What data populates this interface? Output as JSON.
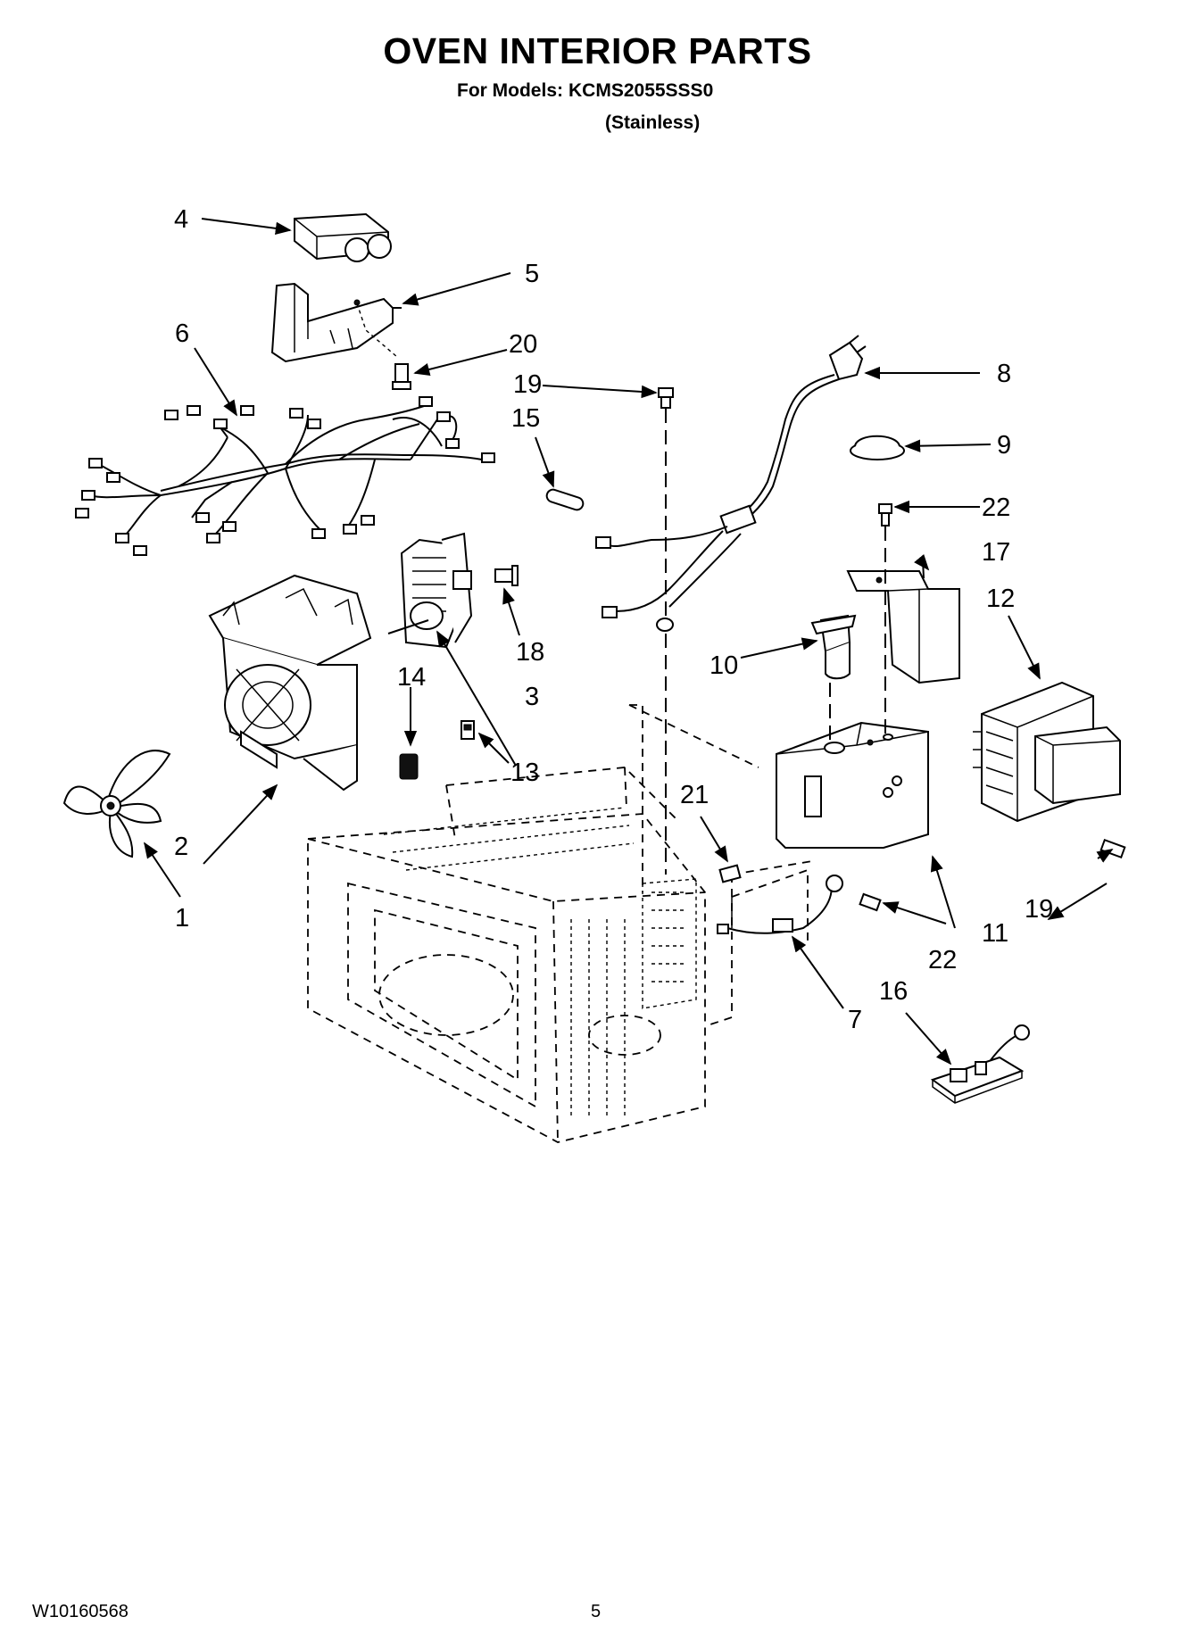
{
  "header": {
    "title": "OVEN INTERIOR PARTS",
    "models_label": "For Models:",
    "models_value": "KCMS2055SSS0",
    "finish": "(Stainless)"
  },
  "callouts": {
    "c1": "1",
    "c2": "2",
    "c3": "3",
    "c4": "4",
    "c5": "5",
    "c6": "6",
    "c7": "7",
    "c8": "8",
    "c9": "9",
    "c10": "10",
    "c11": "11",
    "c12": "12",
    "c13": "13",
    "c14": "14",
    "c15": "15",
    "c16": "16",
    "c17": "17",
    "c18": "18",
    "c19a": "19",
    "c19b": "19",
    "c20": "20",
    "c21": "21",
    "c22a": "22",
    "c22b": "22"
  },
  "footer": {
    "doc_number": "W10160568",
    "page_number": "5"
  }
}
